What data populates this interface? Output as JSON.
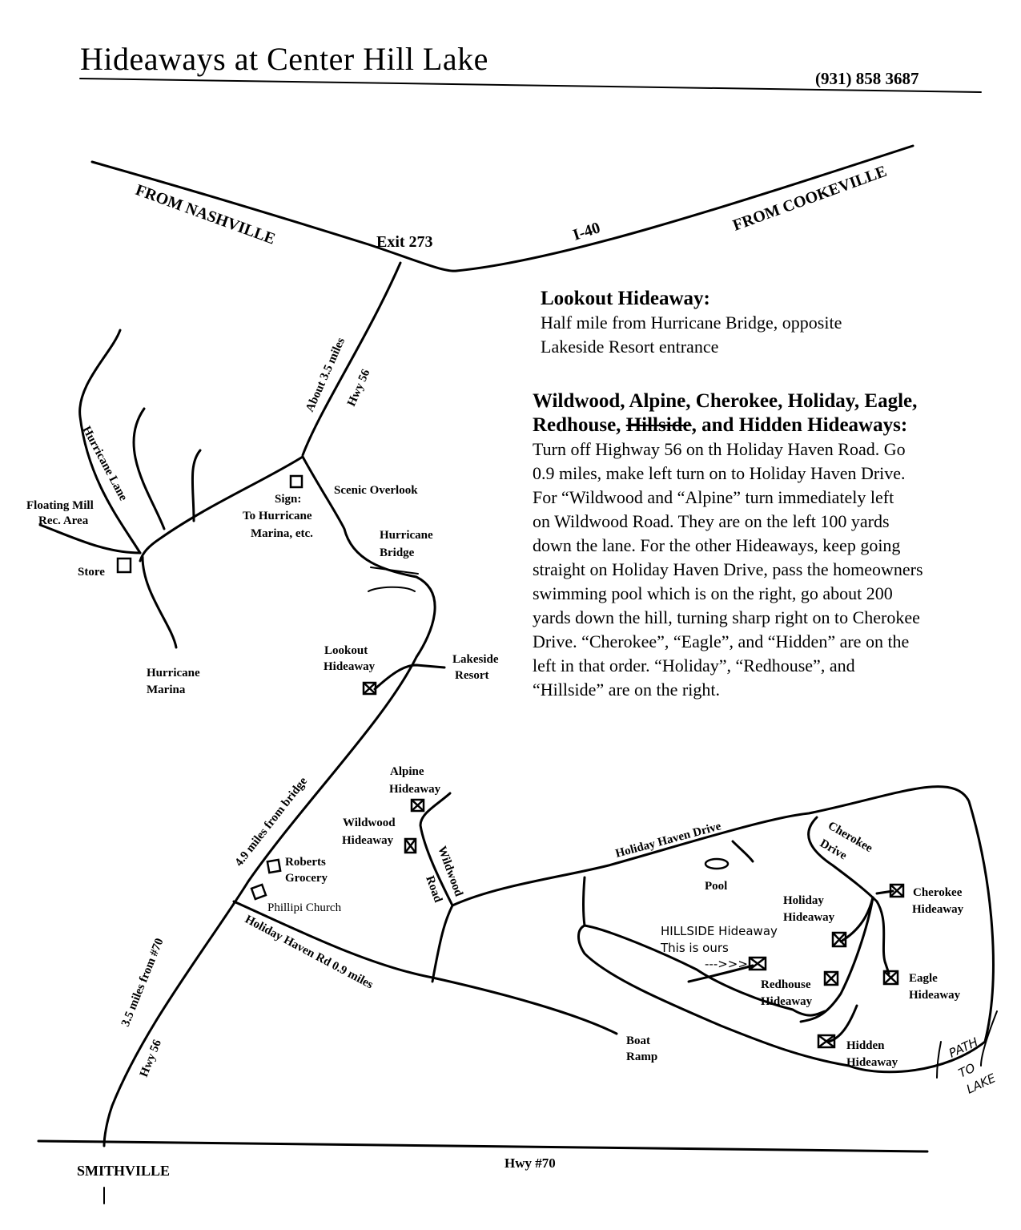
{
  "header": {
    "title": "Hideaways at Center Hill Lake",
    "phone": "(931) 858 3687"
  },
  "info": {
    "lookout_title": "Lookout Hideaway:",
    "lookout_lines": [
      "Half mile from Hurricane Bridge, opposite",
      "Lakeside Resort entrance"
    ],
    "group_title_1": "Wildwood, Alpine, Cherokee, Holiday, Eagle,",
    "group_title_2a": "Redhouse, ",
    "group_title_2b": "Hillside",
    "group_title_2c": ", and Hidden Hideaways:",
    "directions": [
      "Turn off Highway 56 on th Holiday Haven Road.  Go",
      "0.9 miles, make left turn on to Holiday Haven Drive.",
      "For “Wildwood and “Alpine” turn immediately left",
      "on Wildwood Road.   They are on the left 100 yards",
      "down the lane.   For the other Hideaways, keep going",
      "straight on Holiday Haven Drive, pass the homeowners",
      "swimming pool which is on the right, go about 200",
      "yards down the hill, turning sharp right on to Cherokee",
      "Drive.   “Cherokee”, “Eagle”, and “Hidden” are on the",
      "left in that order.   “Holiday”, “Redhouse”, and",
      "“Hillside” are on the right."
    ]
  },
  "labels": {
    "from_nashville": "FROM NASHVILLE",
    "exit": "Exit 273",
    "i40": "I-40",
    "from_cookeville": "FROM COOKEVILLE",
    "about_miles": "About 3.5 miles",
    "hwy56_top": "Hwy 56",
    "hurricane_lane": "Hurricane Lane",
    "floating_mill_1": "Floating Mill",
    "floating_mill_2": "Rec. Area",
    "store": "Store",
    "sign_1": "Sign:",
    "sign_2": "To Hurricane",
    "sign_3": "Marina, etc.",
    "scenic": "Scenic Overlook",
    "bridge_1": "Hurricane",
    "bridge_2": "Bridge",
    "lookout_1": "Lookout",
    "lookout_2": "Hideaway",
    "lakeside_1": "Lakeside",
    "lakeside_2": "Resort",
    "marina_1": "Hurricane",
    "marina_2": "Marina",
    "from_bridge": "4.9 miles from bridge",
    "alpine_1": "Alpine",
    "alpine_2": "Hideaway",
    "wildwood_1": "Wildwood",
    "wildwood_2": "Hideaway",
    "wildwood_road_1": "Wildwood",
    "wildwood_road_2": "Road",
    "roberts_1": "Roberts",
    "roberts_2": "Grocery",
    "phillipi": "Phillipi Church",
    "hh_rd": "Holiday Haven Rd  0.9 miles",
    "hh_drive": "Holiday Haven Drive",
    "cherokee_dr_1": "Cherokee",
    "cherokee_dr_2": "Drive",
    "pool": "Pool",
    "holiday_1": "Holiday",
    "holiday_2": "Hideaway",
    "cherokee_h_1": "Cherokee",
    "cherokee_h_2": "Hideaway",
    "hillside_1": "HILLSIDE Hideaway",
    "hillside_2": "This is ours",
    "hillside_3": "--->>>",
    "redhouse_1": "Redhouse",
    "redhouse_2": "Hideaway",
    "eagle_1": "Eagle",
    "eagle_2": "Hideaway",
    "hidden_1": "Hidden",
    "hidden_2": "Hideaway",
    "path_1": "PATH",
    "path_2": "TO",
    "path_3": "LAKE",
    "from70": "3.5 miles from #70",
    "hwy56_bottom": "Hwy 56",
    "boat_1": "Boat",
    "boat_2": "Ramp",
    "smithville": "SMITHVILLE",
    "hwy70": "Hwy #70"
  }
}
